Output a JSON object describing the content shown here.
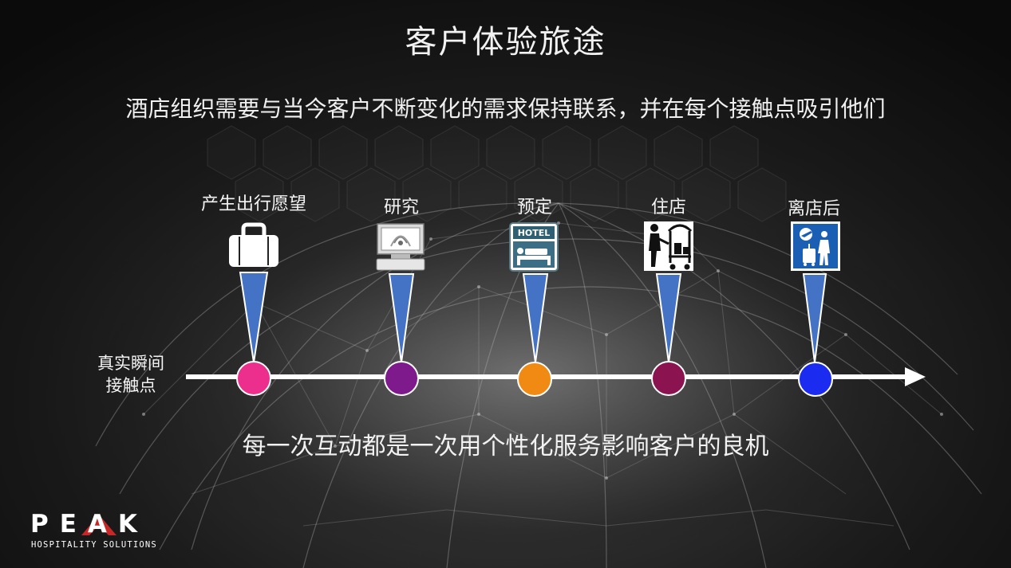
{
  "title": "客户体验旅途",
  "subtitle": "酒店组织需要与当今客户不断变化的需求保持联系，并在每个接触点吸引他们",
  "timeline": {
    "touchpoint_label_line1": "真实瞬间",
    "touchpoint_label_line2": "接触点",
    "stages": [
      {
        "label": "产生出行愿望",
        "icon": "suitcase-icon",
        "dot_color": "#ec2f8c"
      },
      {
        "label": "研究",
        "icon": "computer-icon",
        "dot_color": "#7e1a8c"
      },
      {
        "label": "预定",
        "icon": "hotel-icon",
        "dot_color": "#f08a12"
      },
      {
        "label": "住店",
        "icon": "bellhop-cart-icon",
        "dot_color": "#8b1450"
      },
      {
        "label": "离店后",
        "icon": "departure-icon",
        "dot_color": "#1b2cf0"
      }
    ],
    "pin_color": "#4472c4",
    "hotel_sign_text": "HOTEL"
  },
  "bottom_text": "每一次互动都是一次用个性化服务影响客户的良机",
  "logo": {
    "word": "PEAK",
    "sub": "HOSPITALITY SOLUTIONS",
    "accent_color": "#c62828"
  }
}
